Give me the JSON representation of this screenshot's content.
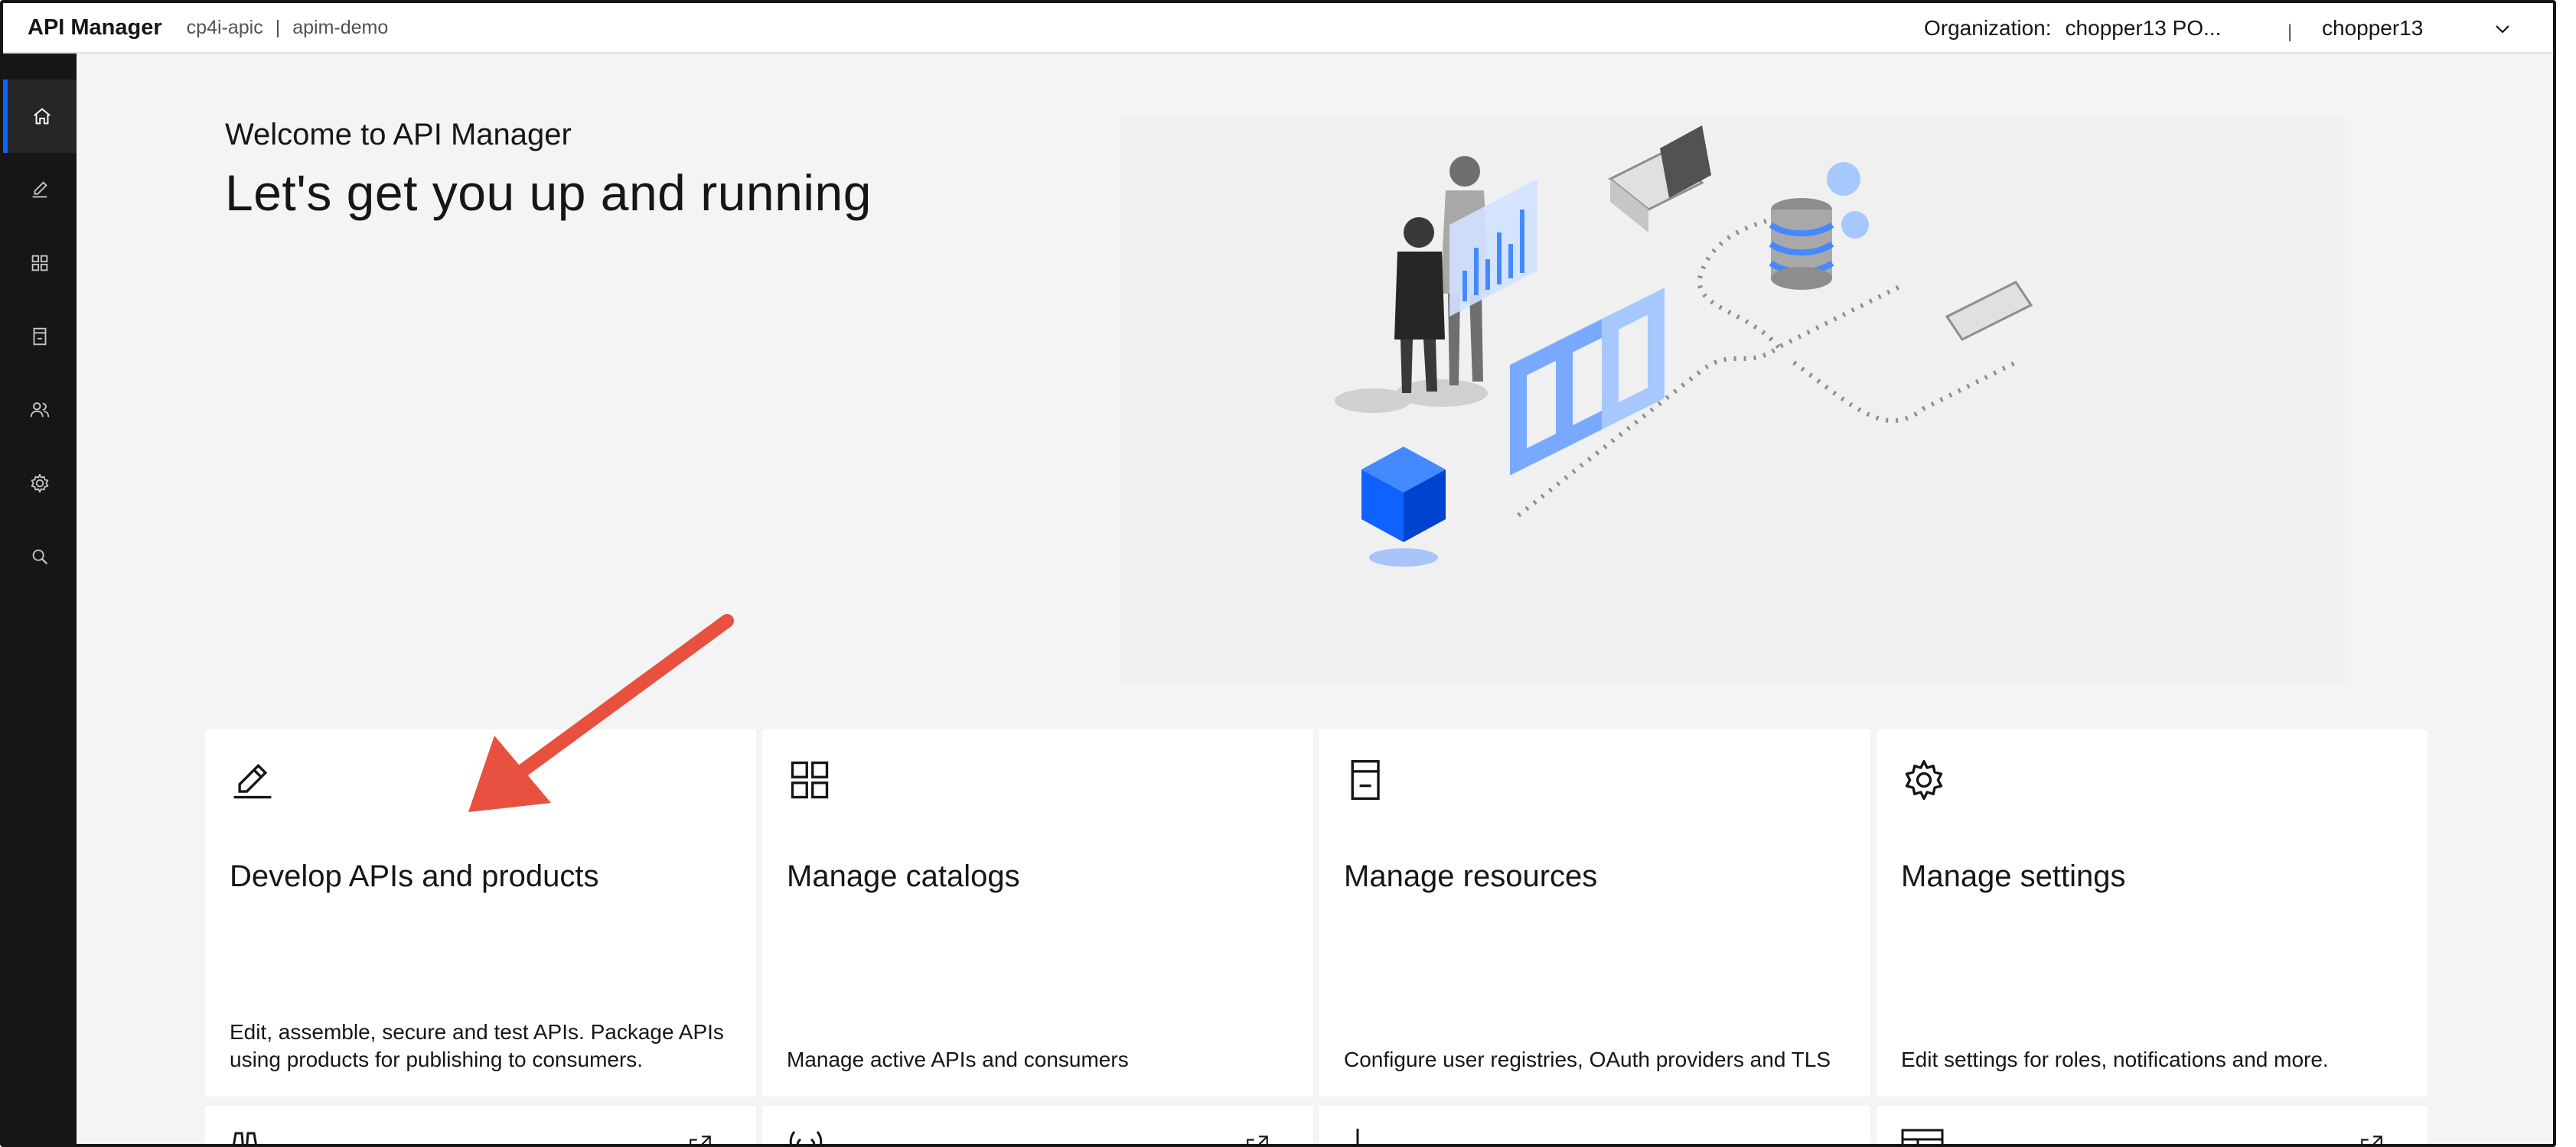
{
  "header": {
    "brand": "API Manager",
    "breadcrumb": [
      "cp4i-apic",
      "apim-demo"
    ],
    "breadcrumb_separator": "|",
    "org_label": "Organization:",
    "org_value": "chopper13 PO...",
    "divider": "|",
    "user": "chopper13"
  },
  "sidebar": {
    "items": [
      {
        "name": "home",
        "icon": "home-icon",
        "active": true
      },
      {
        "name": "develop",
        "icon": "edit-icon"
      },
      {
        "name": "catalogs",
        "icon": "grid-icon"
      },
      {
        "name": "resources",
        "icon": "document-icon"
      },
      {
        "name": "members",
        "icon": "user-group-icon"
      },
      {
        "name": "settings",
        "icon": "gear-icon"
      },
      {
        "name": "search",
        "icon": "search-icon"
      }
    ]
  },
  "hero": {
    "welcome": "Welcome to API Manager",
    "title": "Let's get you up and running"
  },
  "tiles": [
    {
      "icon": "edit-icon",
      "title": "Develop APIs and products",
      "desc": "Edit, assemble, secure and test APIs. Package APIs using products for publishing to consumers."
    },
    {
      "icon": "grid-icon",
      "title": "Manage catalogs",
      "desc": "Manage active APIs and consumers"
    },
    {
      "icon": "document-icon",
      "title": "Manage resources",
      "desc": "Configure user registries, OAuth providers and TLS"
    },
    {
      "icon": "gear-icon",
      "title": "Manage settings",
      "desc": "Edit settings for roles, notifications and more."
    }
  ],
  "colors": {
    "accent": "#0f62fe",
    "sidebar": "#161616",
    "annotation_arrow": "#e8503f"
  }
}
